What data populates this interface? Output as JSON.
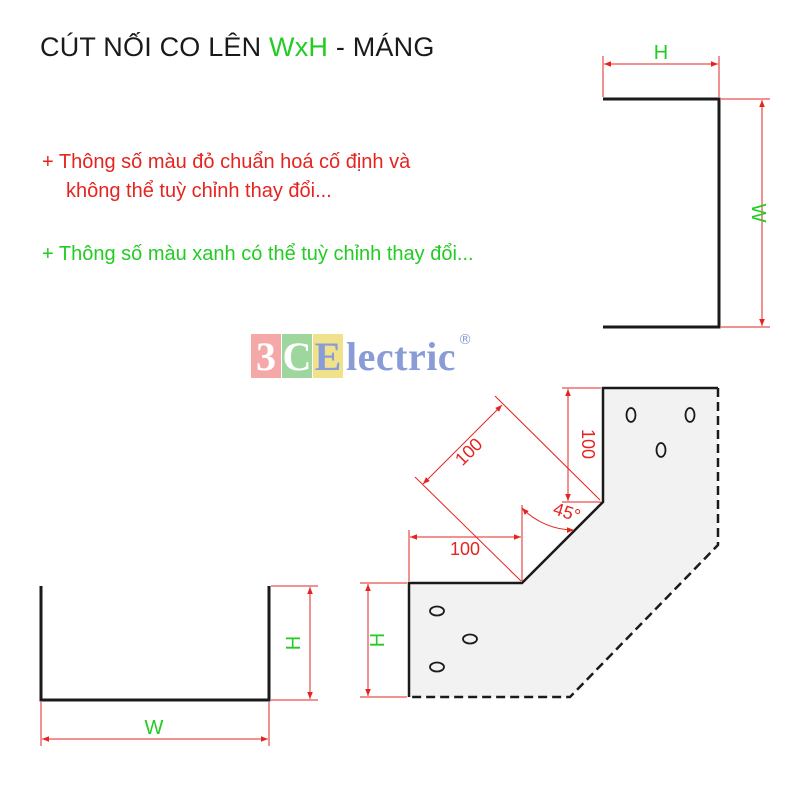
{
  "title": {
    "prefix": "CÚT NỐI CO LÊN ",
    "highlight": "WxH",
    "suffix": " - MÁNG"
  },
  "notes": {
    "red_line1": "+ Thông số màu đỏ chuẩn hoá cố định và",
    "red_line2": "không thể tuỳ chỉnh thay đổi...",
    "green": "+ Thông số màu xanh có thể tuỳ chỉnh thay đổi..."
  },
  "logo": {
    "box1": "3",
    "box2": "C",
    "box3": "E",
    "word": "lectric",
    "reg": "®",
    "colors": {
      "box1": "#f4a8a8",
      "box2": "#9ed79e",
      "box3": "#f0e28a",
      "word": "#8a9cd8"
    }
  },
  "colors": {
    "red": "#e52420",
    "green": "#22cc22",
    "line": "#1a1a1a",
    "plate": "#f2f2f2"
  },
  "labels": {
    "h_top": "H",
    "w_right": "W",
    "w_bottom": "W",
    "h_bottom": "H",
    "h_fitting": "H",
    "dim_100_horizontal": "100",
    "dim_100_diagonal": "100",
    "dim_100_vertical": "100",
    "angle": "45°"
  },
  "slots": {
    "upper_plate": 3,
    "lower_plate": 3
  }
}
